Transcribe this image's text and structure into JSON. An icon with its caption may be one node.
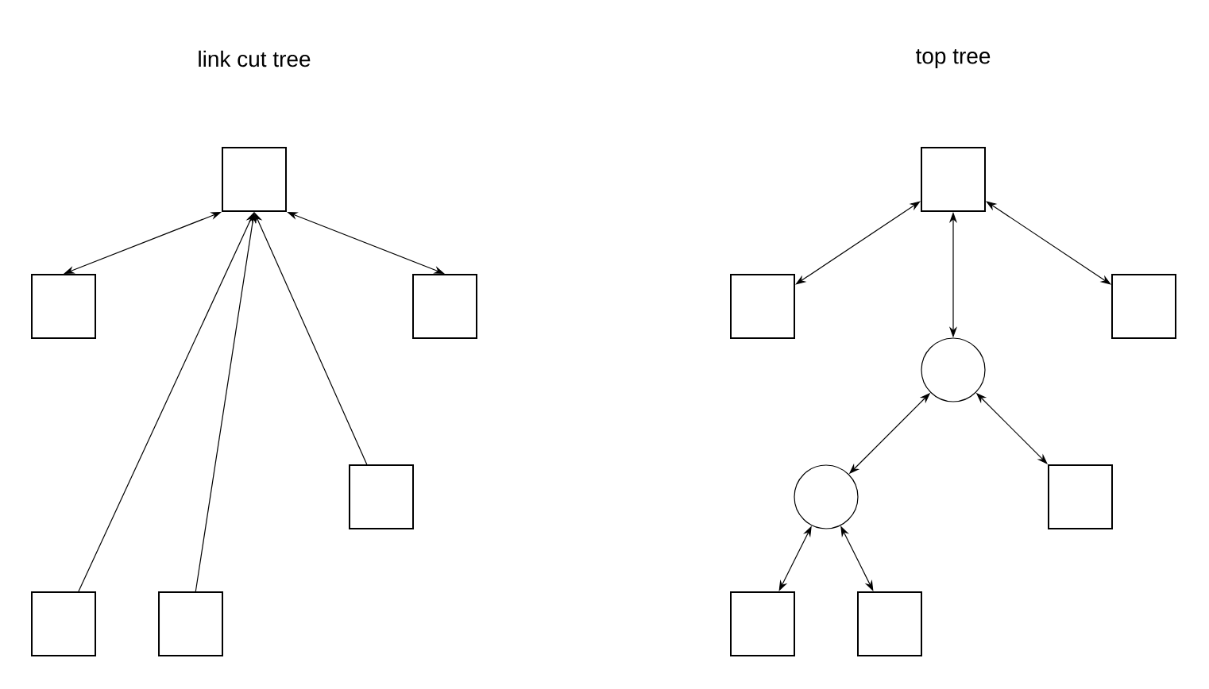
{
  "diagram": {
    "nodes": [
      {
        "text": [],
        "shape": "box"
      },
      {
        "text": [],
        "shape": "box"
      },
      {
        "text": [],
        "shape": "box"
      },
      {
        "text": [],
        "shape": "box"
      },
      {
        "text": [],
        "shape": "box"
      },
      {
        "text": [],
        "shape": "box"
      },
      {
        "text": [],
        "shape": "box"
      },
      {
        "text": [],
        "shape": "box"
      },
      {
        "text": [],
        "shape": "box"
      },
      {
        "text": [],
        "shape": "circle"
      },
      {
        "text": [],
        "shape": "circle"
      },
      {
        "text": [],
        "shape": "box"
      },
      {
        "text": [],
        "shape": "box"
      },
      {
        "text": [],
        "shape": "box"
      }
    ],
    "edges": [
      {
        "from": 0,
        "to": 1,
        "arrow": "both"
      },
      {
        "from": 0,
        "to": 2,
        "arrow": "both"
      },
      {
        "from": 4,
        "to": 0,
        "arrow": "to"
      },
      {
        "from": 5,
        "to": 0,
        "arrow": "to"
      },
      {
        "from": 3,
        "to": 0,
        "arrow": "to"
      },
      {
        "from": 6,
        "to": 7,
        "arrow": "both"
      },
      {
        "from": 6,
        "to": 8,
        "arrow": "both"
      },
      {
        "from": 6,
        "to": 9,
        "arrow": "both"
      },
      {
        "from": 9,
        "to": 10,
        "arrow": "both"
      },
      {
        "from": 9,
        "to": 11,
        "arrow": "both"
      },
      {
        "from": 10,
        "to": 12,
        "arrow": "both"
      },
      {
        "from": 10,
        "to": 13,
        "arrow": "both"
      }
    ],
    "labels": [
      "link cut tree",
      "top tree"
    ]
  }
}
